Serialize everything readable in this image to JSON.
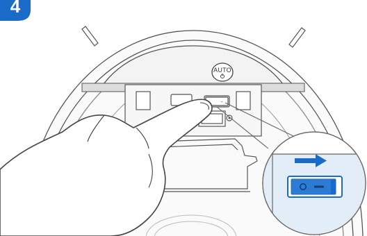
{
  "step": {
    "number": "4",
    "badge_color": "#1a6bc7"
  },
  "robot": {
    "auto_button_label": "AUTO",
    "power_icon": "power-icon"
  },
  "callout": {
    "arrow_icon": "arrow-right-icon",
    "switch_state": "on",
    "accent_color": "#1a6bc7",
    "background_color": "#e3edf7"
  },
  "colors": {
    "outline": "#444444",
    "shadow": "#e6e6e6",
    "skin": "#ffffff"
  }
}
